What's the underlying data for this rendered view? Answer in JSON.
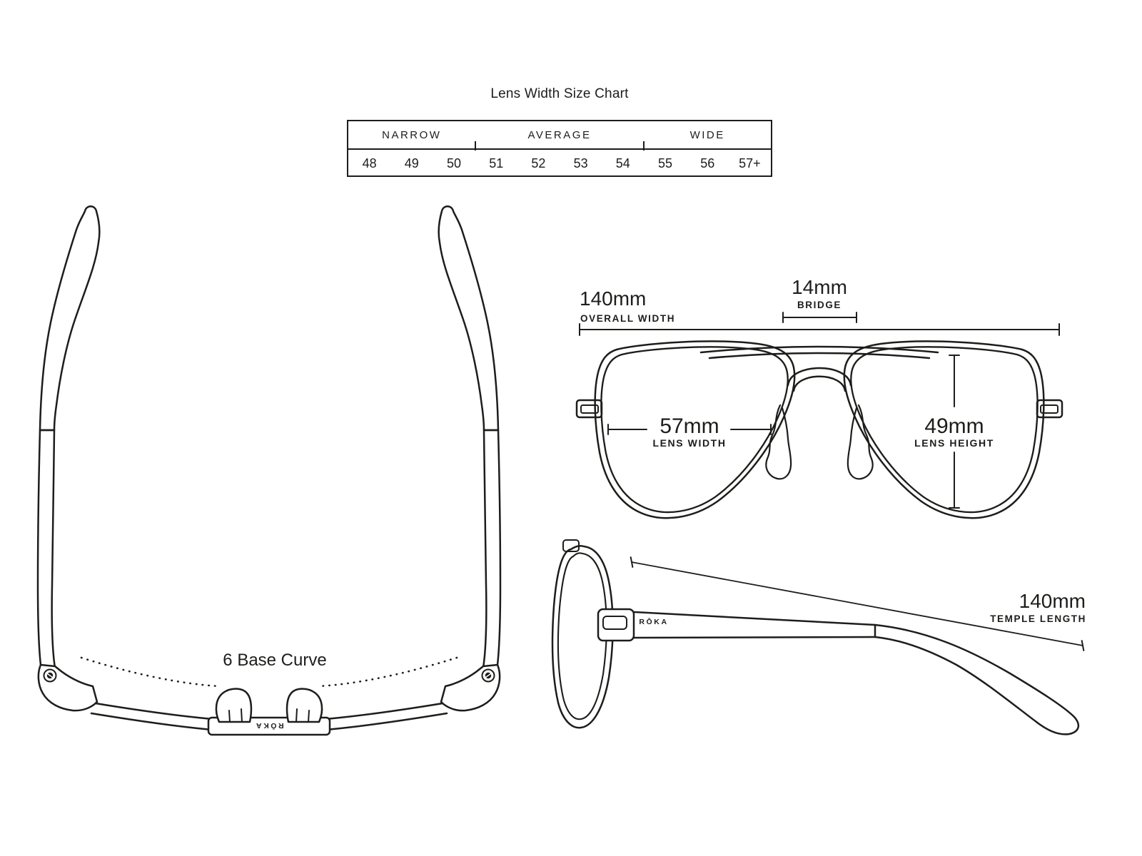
{
  "ink": "#1d1d1b",
  "size_chart": {
    "title": "Lens Width Size Chart",
    "categories": [
      {
        "label": "NARROW",
        "span": 3
      },
      {
        "label": "AVERAGE",
        "span": 4
      },
      {
        "label": "WIDE",
        "span": 3
      }
    ],
    "values": [
      "48",
      "49",
      "50",
      "51",
      "52",
      "53",
      "54",
      "55",
      "56",
      "57+"
    ]
  },
  "top_view": {
    "base_curve": "6 Base Curve",
    "brand": "RŌKA"
  },
  "front_view": {
    "overall_width_value": "140mm",
    "overall_width_label": "OVERALL WIDTH",
    "bridge_value": "14mm",
    "bridge_label": "BRIDGE",
    "lens_width_value": "57mm",
    "lens_width_label": "LENS WIDTH",
    "lens_height_value": "49mm",
    "lens_height_label": "LENS HEIGHT"
  },
  "side_view": {
    "temple_length_value": "140mm",
    "temple_length_label": "TEMPLE LENGTH",
    "brand": "RŌKA"
  }
}
